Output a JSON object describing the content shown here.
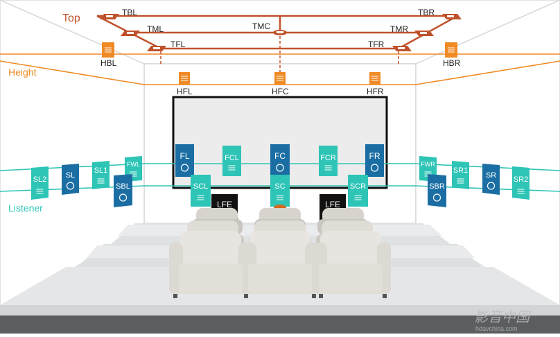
{
  "layers": {
    "top": "Top",
    "height": "Height",
    "listener": "Listener"
  },
  "top_speakers": {
    "tbl": "TBL",
    "tml": "TML",
    "tfl": "TFL",
    "tmc": "TMC",
    "tbr": "TBR",
    "tmr": "TMR",
    "tfr": "TFR"
  },
  "height_speakers": {
    "hbl": "HBL",
    "hfl": "HFL",
    "hfc": "HFC",
    "hfr": "HFR",
    "hbr": "HBR"
  },
  "front_speakers": {
    "fl": "FL",
    "fcl": "FCL",
    "fc": "FC",
    "fcr": "FCR",
    "fr": "FR",
    "scl": "SCL",
    "sc": "SC",
    "scr": "SCR"
  },
  "side_left": {
    "sl2": "SL2",
    "sl": "SL",
    "sl1": "SL1",
    "fwl": "FWL",
    "sbl": "SBL"
  },
  "side_right": {
    "fwr": "FWR",
    "sr1": "SR1",
    "sr": "SR",
    "sr2": "SR2",
    "sbr": "SBR"
  },
  "subwoofers": {
    "lfe_left": "LFE",
    "lfe_right": "LFE"
  },
  "watermark": "影音中国",
  "watermark_url": "hdavchina.com",
  "colors": {
    "top": "#c0522b",
    "height": "#f08a24",
    "listener": "#2ec4b6",
    "blue": "#1b6ea3",
    "teal": "#2ec4b6",
    "screen_border": "#111111",
    "floor": "#5a5e60"
  }
}
